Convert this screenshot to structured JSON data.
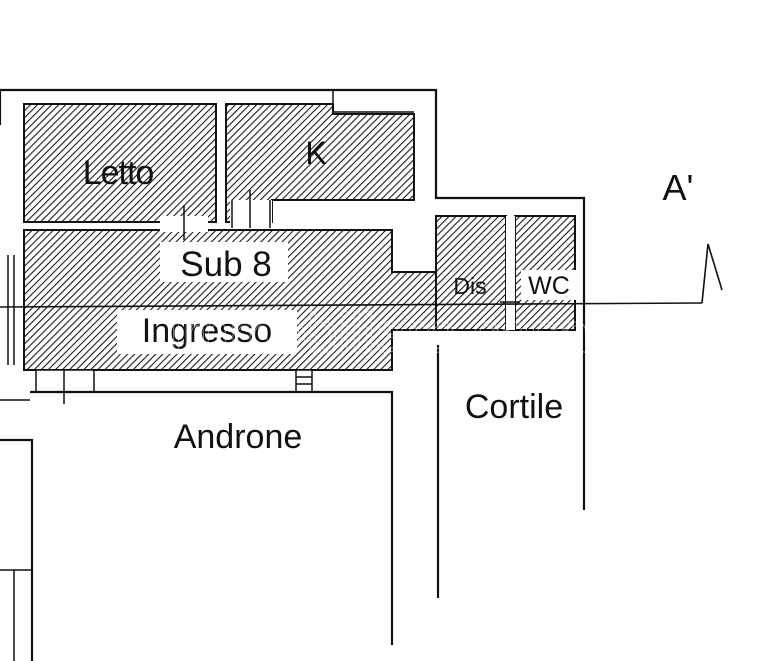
{
  "plan": {
    "hatch_color": "#1a1a1a",
    "line_color": "#111111",
    "background": "#ffffff",
    "section_marker": "A'",
    "watermark": "immobiliare.casa",
    "rooms": {
      "letto": "Letto",
      "k": "K",
      "sub": "Sub 8",
      "ingresso": "Ingresso",
      "dis": "Dis",
      "wc": "WC",
      "androne": "Androne",
      "cortile": "Cortile"
    }
  }
}
